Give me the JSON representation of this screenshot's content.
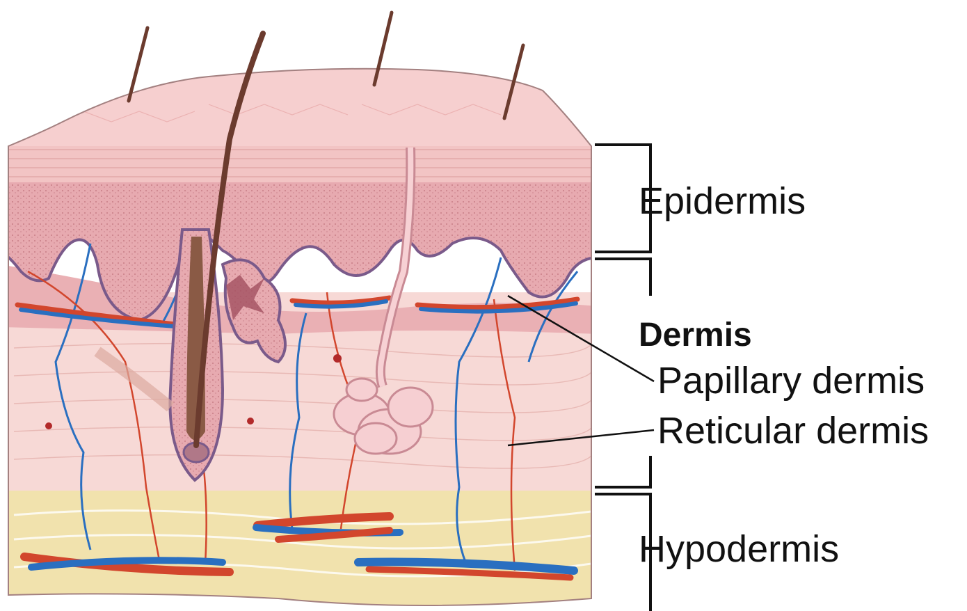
{
  "labels": {
    "epidermis": "Epidermis",
    "dermis": "Dermis",
    "papillary_dermis": "Papillary dermis",
    "reticular_dermis": "Reticular dermis",
    "hypodermis": "Hypodermis"
  },
  "colors": {
    "epidermis_surface": "#f2c4c4",
    "epidermis_granular": "#e3a2a8",
    "papillary_band": "#eab0b4",
    "dermis": "#f7d9d6",
    "hypodermis": "#f1e2ad",
    "hair": "#6b3b2e",
    "artery": "#d2462d",
    "vein": "#2a6fc0",
    "outline": "#7a5a8a",
    "label_line": "#111111"
  }
}
